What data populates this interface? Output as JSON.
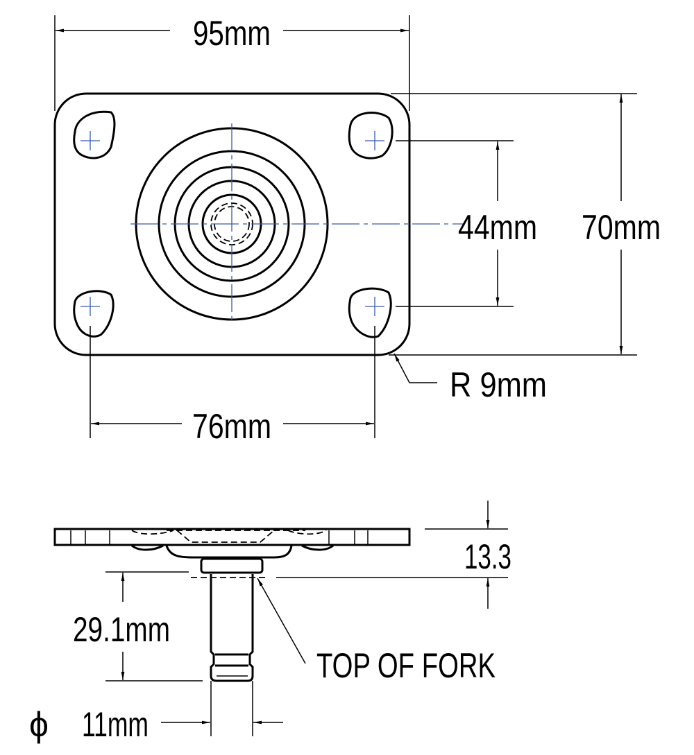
{
  "title": "Caster top plate dimension drawing",
  "colors": {
    "line": "#000000",
    "centerline": "#3a5aa8"
  },
  "top_view": {
    "width_label": "95mm",
    "height_label": "70mm",
    "hole_spacing_vertical_label": "44mm",
    "hole_spacing_horizontal_label": "76mm",
    "corner_radius_label": "R 9mm"
  },
  "side_view": {
    "thickness_label": "13.3",
    "stem_length_label": "29.1mm",
    "fork_label": "TOP OF FORK",
    "diameter_symbol": "ϕ",
    "diameter_label": "11mm"
  }
}
